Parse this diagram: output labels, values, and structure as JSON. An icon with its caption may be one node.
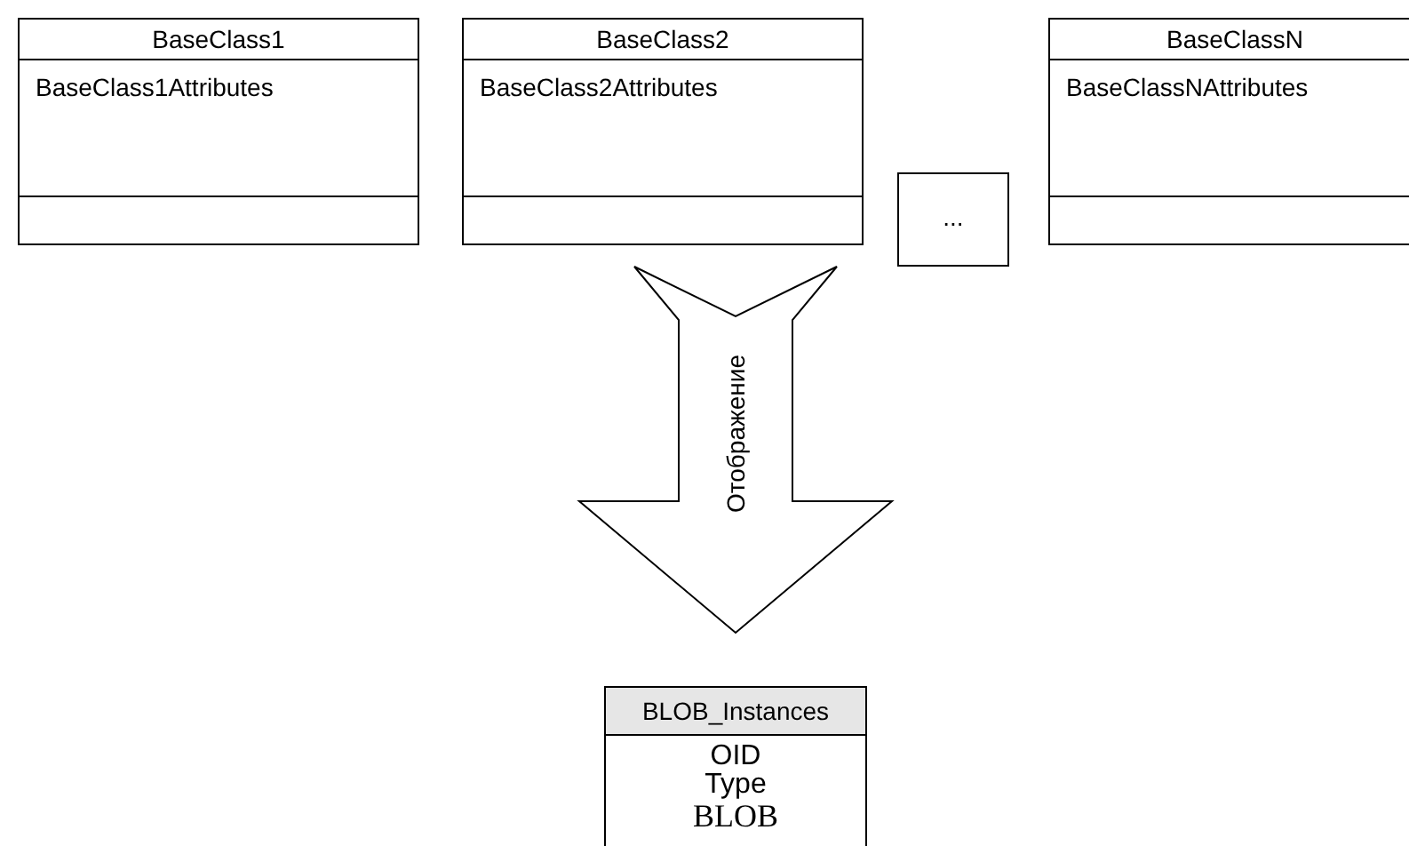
{
  "diagram": {
    "nodes": [
      {
        "text": [
          "BaseClass1",
          "BaseClass1Attributes"
        ]
      },
      {
        "text": [
          "BaseClass2",
          "BaseClass2Attributes"
        ]
      },
      {
        "text": [
          "..."
        ]
      },
      {
        "text": [
          "BaseClassN",
          "BaseClassNAttributes"
        ]
      },
      {
        "text": [
          "BLOB_Instances",
          "OID",
          "Type",
          "BLOB"
        ]
      }
    ],
    "edges": [
      {
        "from": null,
        "to": 4,
        "arrow": "to",
        "label": "Отображение",
        "style": "thick"
      }
    ]
  }
}
